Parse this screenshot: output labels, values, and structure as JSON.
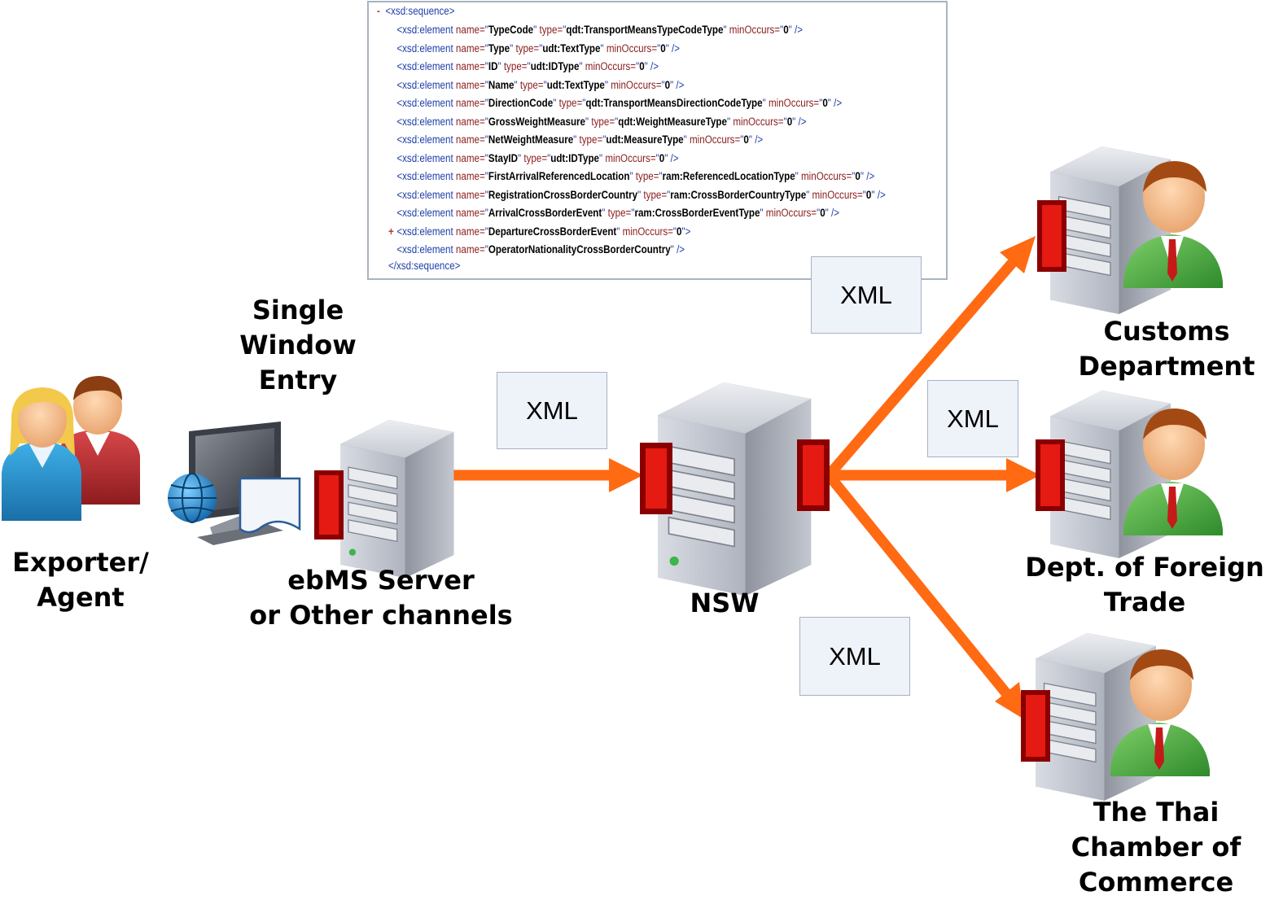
{
  "xsd_snippet": {
    "open_tag": "<xsd:sequence>",
    "open_marker": "-",
    "close_tag": "</xsd:sequence>",
    "elements": [
      {
        "name": "TypeCode",
        "type": "qdt:TransportMeansTypeCodeType",
        "min": "0",
        "marker": ""
      },
      {
        "name": "Type",
        "type": "udt:TextType",
        "min": "0",
        "marker": ""
      },
      {
        "name": "ID",
        "type": "udt:IDType",
        "min": "0",
        "marker": ""
      },
      {
        "name": "Name",
        "type": "udt:TextType",
        "min": "0",
        "marker": ""
      },
      {
        "name": "DirectionCode",
        "type": "qdt:TransportMeansDirectionCodeType",
        "min": "0",
        "marker": ""
      },
      {
        "name": "GrossWeightMeasure",
        "type": "qdt:WeightMeasureType",
        "min": "0",
        "marker": ""
      },
      {
        "name": "NetWeightMeasure",
        "type": "udt:MeasureType",
        "min": "0",
        "marker": ""
      },
      {
        "name": "StayID",
        "type": "udt:IDType",
        "min": "0",
        "marker": ""
      },
      {
        "name": "FirstArrivalReferencedLocation",
        "type": "ram:ReferencedLocationType",
        "min": "0",
        "marker": ""
      },
      {
        "name": "RegistrationCrossBorderCountry",
        "type": "ram:CrossBorderCountryType",
        "min": "0",
        "marker": ""
      },
      {
        "name": "ArrivalCrossBorderEvent",
        "type": "ram:CrossBorderEventType",
        "min": "0",
        "marker": ""
      },
      {
        "name": "DepartureCrossBorderEvent",
        "type": "",
        "min": "0",
        "marker": "+"
      },
      {
        "name": "OperatorNationalityCrossBorderCountry",
        "type": "",
        "min": "",
        "marker": ""
      }
    ]
  },
  "xml_badges": [
    {
      "id": "xml-badge-top",
      "text": "XML"
    },
    {
      "id": "xml-badge-left",
      "text": "XML"
    },
    {
      "id": "xml-badge-middle",
      "text": "XML"
    },
    {
      "id": "xml-badge-bottom",
      "text": "XML"
    }
  ],
  "labels": {
    "exporter": "Exporter/\nAgent",
    "single_window": "Single\nWindow\nEntry",
    "ebms": "ebMS Server\nor Other channels",
    "nsw": "NSW",
    "customs": "Customs\nDepartment",
    "dft": "Dept. of Foreign\nTrade",
    "chamber": "The Thai\nChamber of\nCommerce"
  },
  "colors": {
    "arrow": "#ff6a13",
    "firewall": "#cc1111",
    "firewall_border": "#8a0000",
    "server_body": "#c9ccd4"
  },
  "icons": [
    "users-icon",
    "computer-globe-icon",
    "document-icon",
    "server-icon",
    "firewall-icon",
    "businessman-icon"
  ]
}
